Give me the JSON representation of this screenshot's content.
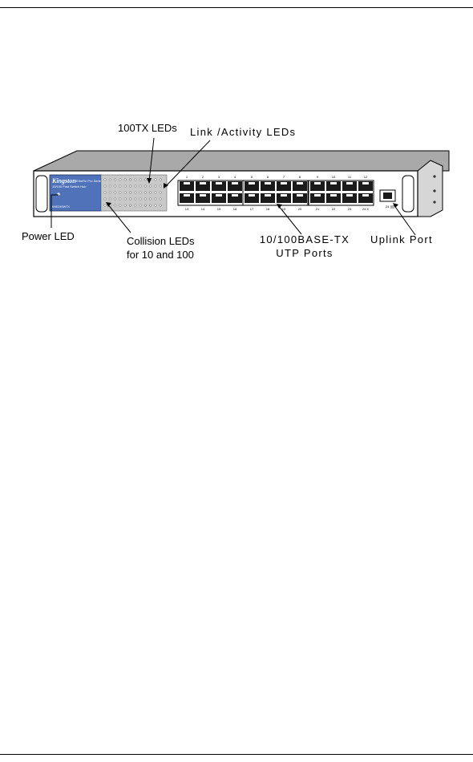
{
  "device": {
    "brand": "Kingston",
    "product_line": "EtheRx Pro Series",
    "model_caption": "10/100 Fast Switch Hub",
    "model_number": "KNE24SWTX",
    "port_numbers_top": [
      "1",
      "2",
      "3",
      "4",
      "5",
      "6",
      "7",
      "8",
      "9",
      "10",
      "11",
      "12"
    ],
    "port_numbers_bottom": [
      "13",
      "14",
      "15",
      "16",
      "17",
      "18",
      "19",
      "20",
      "21",
      "22",
      "23",
      "24 X"
    ],
    "uplink_port_number": "24"
  },
  "labels": {
    "tx100_leds": "100TX LEDs",
    "link_activity_leds": "Link /Activity LEDs",
    "power_led": "Power LED",
    "collision_leds_line1": "Collision LEDs",
    "collision_leds_line2": "for 10 and 100",
    "utp_ports_line1": "10/100BASE-TX",
    "utp_ports_line2": "UTP Ports",
    "uplink_port": "Uplink Port"
  },
  "colors": {
    "faceplate_blue": "#4f72b8",
    "led_panel_gray": "#c9c9c9",
    "chassis_top_gray": "#a9a9a9",
    "line": "#000000"
  }
}
